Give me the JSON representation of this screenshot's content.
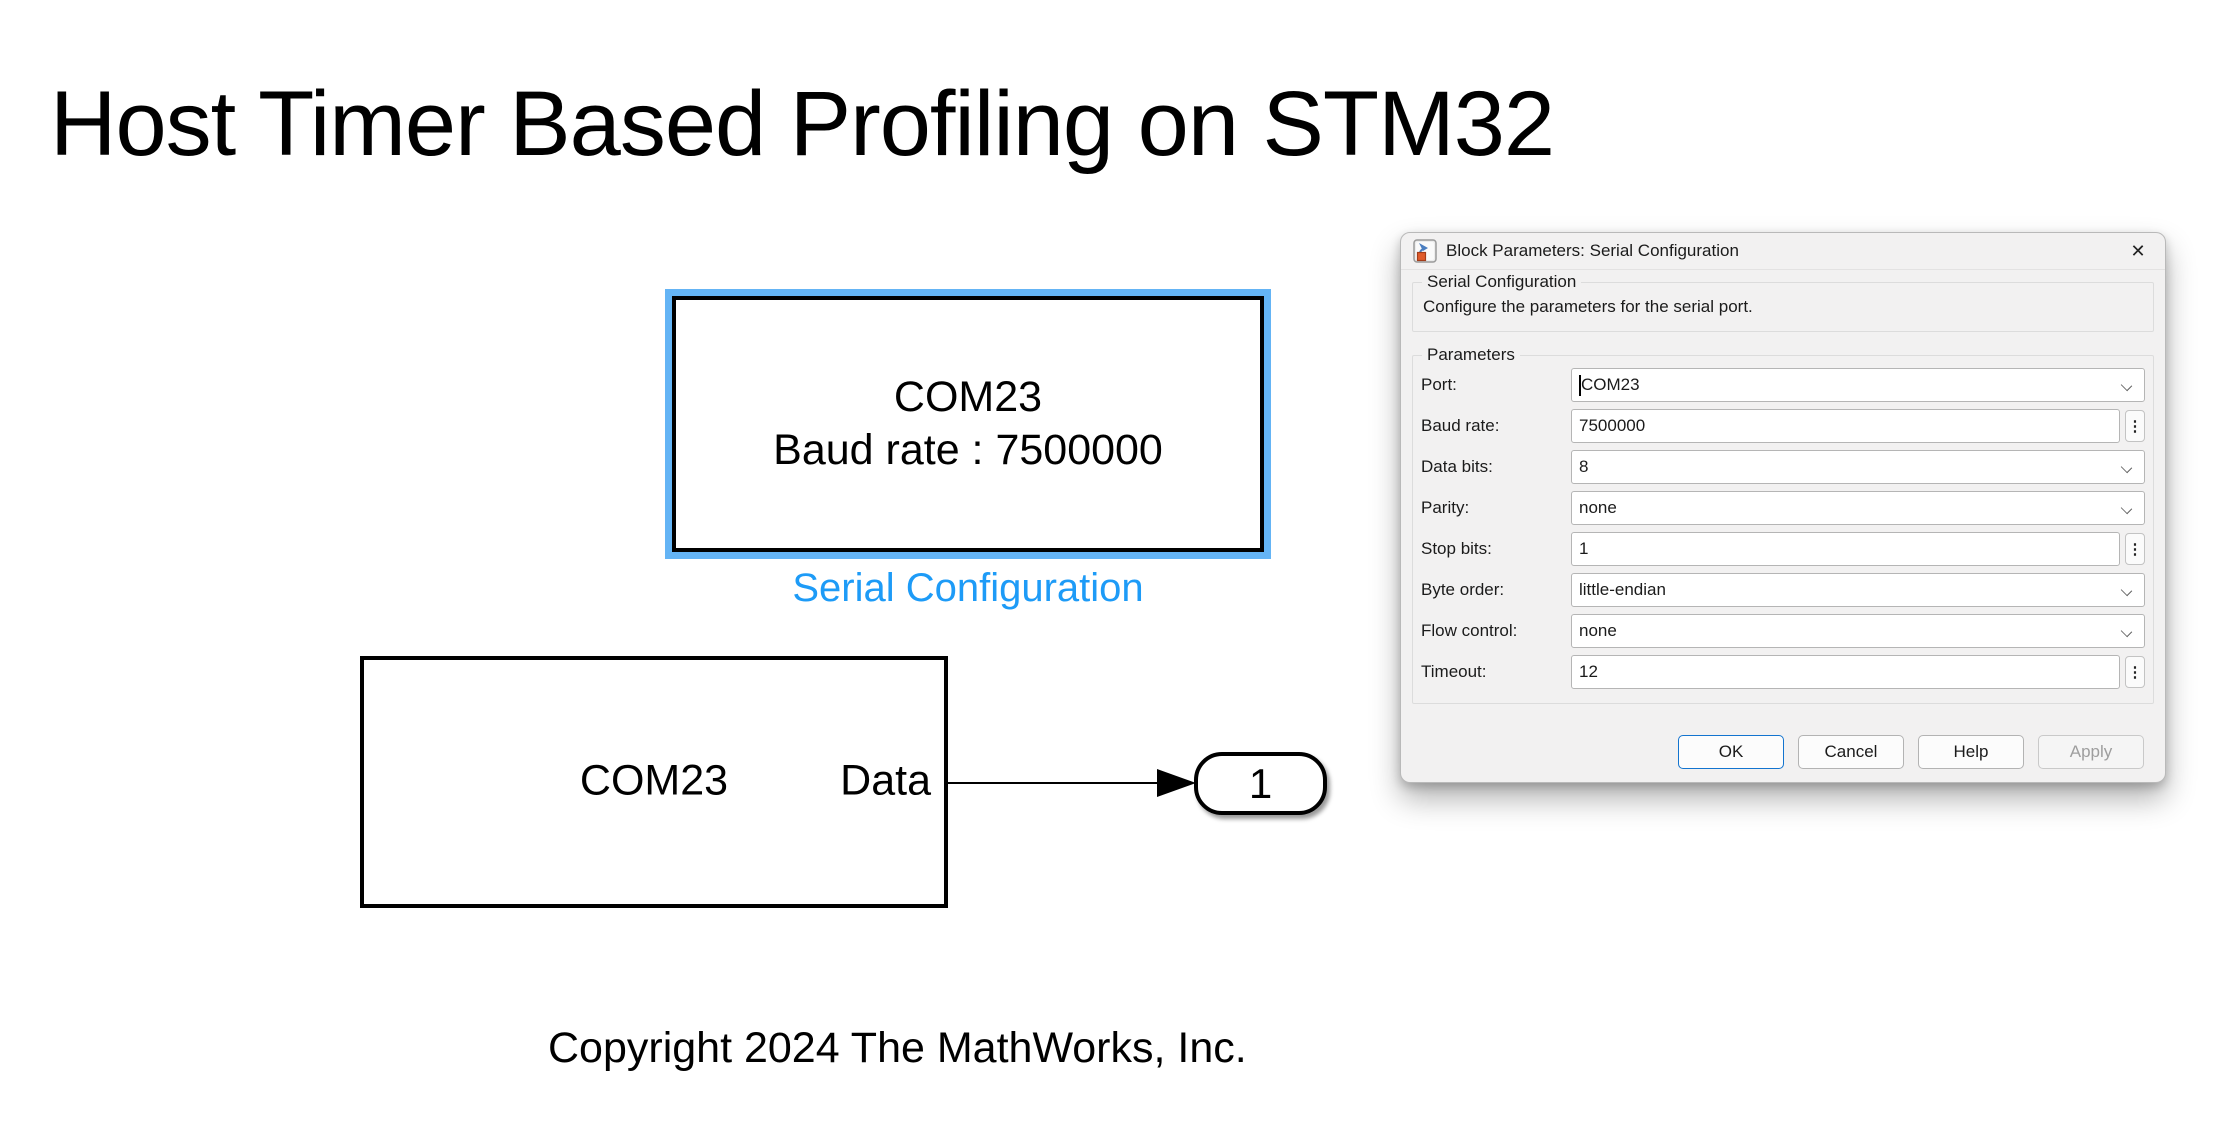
{
  "heading": "Host Timer Based Profiling on STM32",
  "copyright": "Copyright 2024 The MathWorks, Inc.",
  "colors": {
    "selection_blue": "#64b4f5",
    "block_label_blue": "#1d9bf7",
    "ok_accent": "#1374cf"
  },
  "diagram": {
    "config_block": {
      "line1": "COM23",
      "line2": "Baud rate : 7500000",
      "label": "Serial Configuration"
    },
    "receive_block": {
      "name": "COM23",
      "port_label": "Data"
    },
    "outport_label": "1"
  },
  "dialog": {
    "title": "Block Parameters: Serial Configuration",
    "close_glyph": "✕",
    "section": {
      "legend": "Serial Configuration",
      "description": "Configure the parameters for the serial port."
    },
    "parameters": {
      "legend": "Parameters",
      "fields": [
        {
          "label": "Port:",
          "value": "COM23",
          "type": "combobox"
        },
        {
          "label": "Baud rate:",
          "value": "7500000",
          "type": "edit"
        },
        {
          "label": "Data bits:",
          "value": "8",
          "type": "combobox"
        },
        {
          "label": "Parity:",
          "value": "none",
          "type": "combobox"
        },
        {
          "label": "Stop bits:",
          "value": "1",
          "type": "edit"
        },
        {
          "label": "Byte order:",
          "value": "little-endian",
          "type": "combobox"
        },
        {
          "label": "Flow control:",
          "value": "none",
          "type": "combobox"
        },
        {
          "label": "Timeout:",
          "value": "12",
          "type": "edit"
        }
      ],
      "more_glyph": "⋮"
    },
    "buttons": {
      "ok": "OK",
      "cancel": "Cancel",
      "help": "Help",
      "apply": "Apply"
    }
  }
}
